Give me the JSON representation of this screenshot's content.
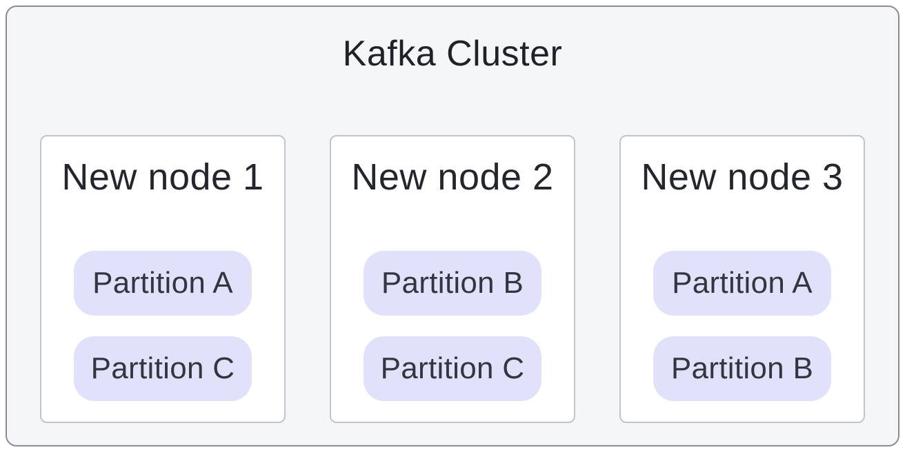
{
  "diagram": {
    "title": "Kafka Cluster",
    "nodes": [
      {
        "title": "New node 1",
        "partitions": {
          "0": "Partition A",
          "1": "Partition C"
        }
      },
      {
        "title": "New node 2",
        "partitions": {
          "0": "Partition B",
          "1": "Partition C"
        }
      },
      {
        "title": "New node 3",
        "partitions": {
          "0": "Partition A",
          "1": "Partition B"
        }
      }
    ],
    "colors": {
      "container_bg": "#f5f6f8",
      "container_border": "#8b8b96",
      "card_bg": "#ffffff",
      "card_border": "#c3c3cb",
      "partition_bg": "#dfe2fa",
      "title_text": "#1f2228",
      "node_title_text": "#24262e",
      "partition_text": "#33363e"
    }
  }
}
